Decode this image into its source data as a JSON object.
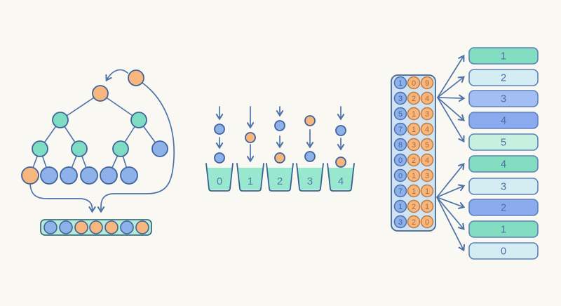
{
  "palette": {
    "background": "#faf8f3",
    "blue": "#8fb1ea",
    "teal": "#7edcc2",
    "orange": "#f6b67d",
    "outline_navy": "#3f639c",
    "arrow_blue": "#4d72a8",
    "bucket_fill": "#98e7cf",
    "array_fill": "#b7ebd8",
    "grid_fill": "#cfe3f2"
  },
  "heap_sort": {
    "inserted_node": "orange",
    "tree_levels": [
      [
        "orange"
      ],
      [
        "teal",
        "teal"
      ],
      [
        "teal",
        "teal",
        "teal",
        "blue"
      ],
      [
        "orange",
        "blue",
        "blue",
        "blue",
        "blue",
        "blue"
      ]
    ],
    "array_cells": [
      "blue",
      "blue",
      "orange",
      "orange",
      "orange",
      "blue",
      "orange"
    ]
  },
  "bucket_sort": {
    "bucket_labels": [
      "0",
      "1",
      "2",
      "3",
      "4"
    ],
    "falling_balls": [
      [
        "blue",
        "blue"
      ],
      [
        "orange"
      ],
      [
        "blue",
        "orange"
      ],
      [
        "orange",
        "blue"
      ],
      [
        "blue",
        "orange"
      ]
    ]
  },
  "radix_sort": {
    "rows": [
      [
        "1",
        "0",
        "9"
      ],
      [
        "3",
        "2",
        "4"
      ],
      [
        "5",
        "1",
        "3"
      ],
      [
        "7",
        "1",
        "4"
      ],
      [
        "8",
        "3",
        "5"
      ],
      [
        "0",
        "2",
        "4"
      ],
      [
        "0",
        "1",
        "3"
      ],
      [
        "7",
        "1",
        "1"
      ],
      [
        "1",
        "2",
        "1"
      ],
      [
        "3",
        "2",
        "0"
      ]
    ]
  },
  "output_boxes": [
    {
      "label": "1",
      "fill": "#82ddc1"
    },
    {
      "label": "2",
      "fill": "#d3edf3"
    },
    {
      "label": "3",
      "fill": "#a3bef2"
    },
    {
      "label": "4",
      "fill": "#8aa9ee"
    },
    {
      "label": "5",
      "fill": "#c6f0e0"
    },
    {
      "label": "4",
      "fill": "#82ddc1"
    },
    {
      "label": "3",
      "fill": "#d3edf3"
    },
    {
      "label": "2",
      "fill": "#8caaee"
    },
    {
      "label": "1",
      "fill": "#82ddc1"
    },
    {
      "label": "0",
      "fill": "#d3edf3"
    }
  ]
}
